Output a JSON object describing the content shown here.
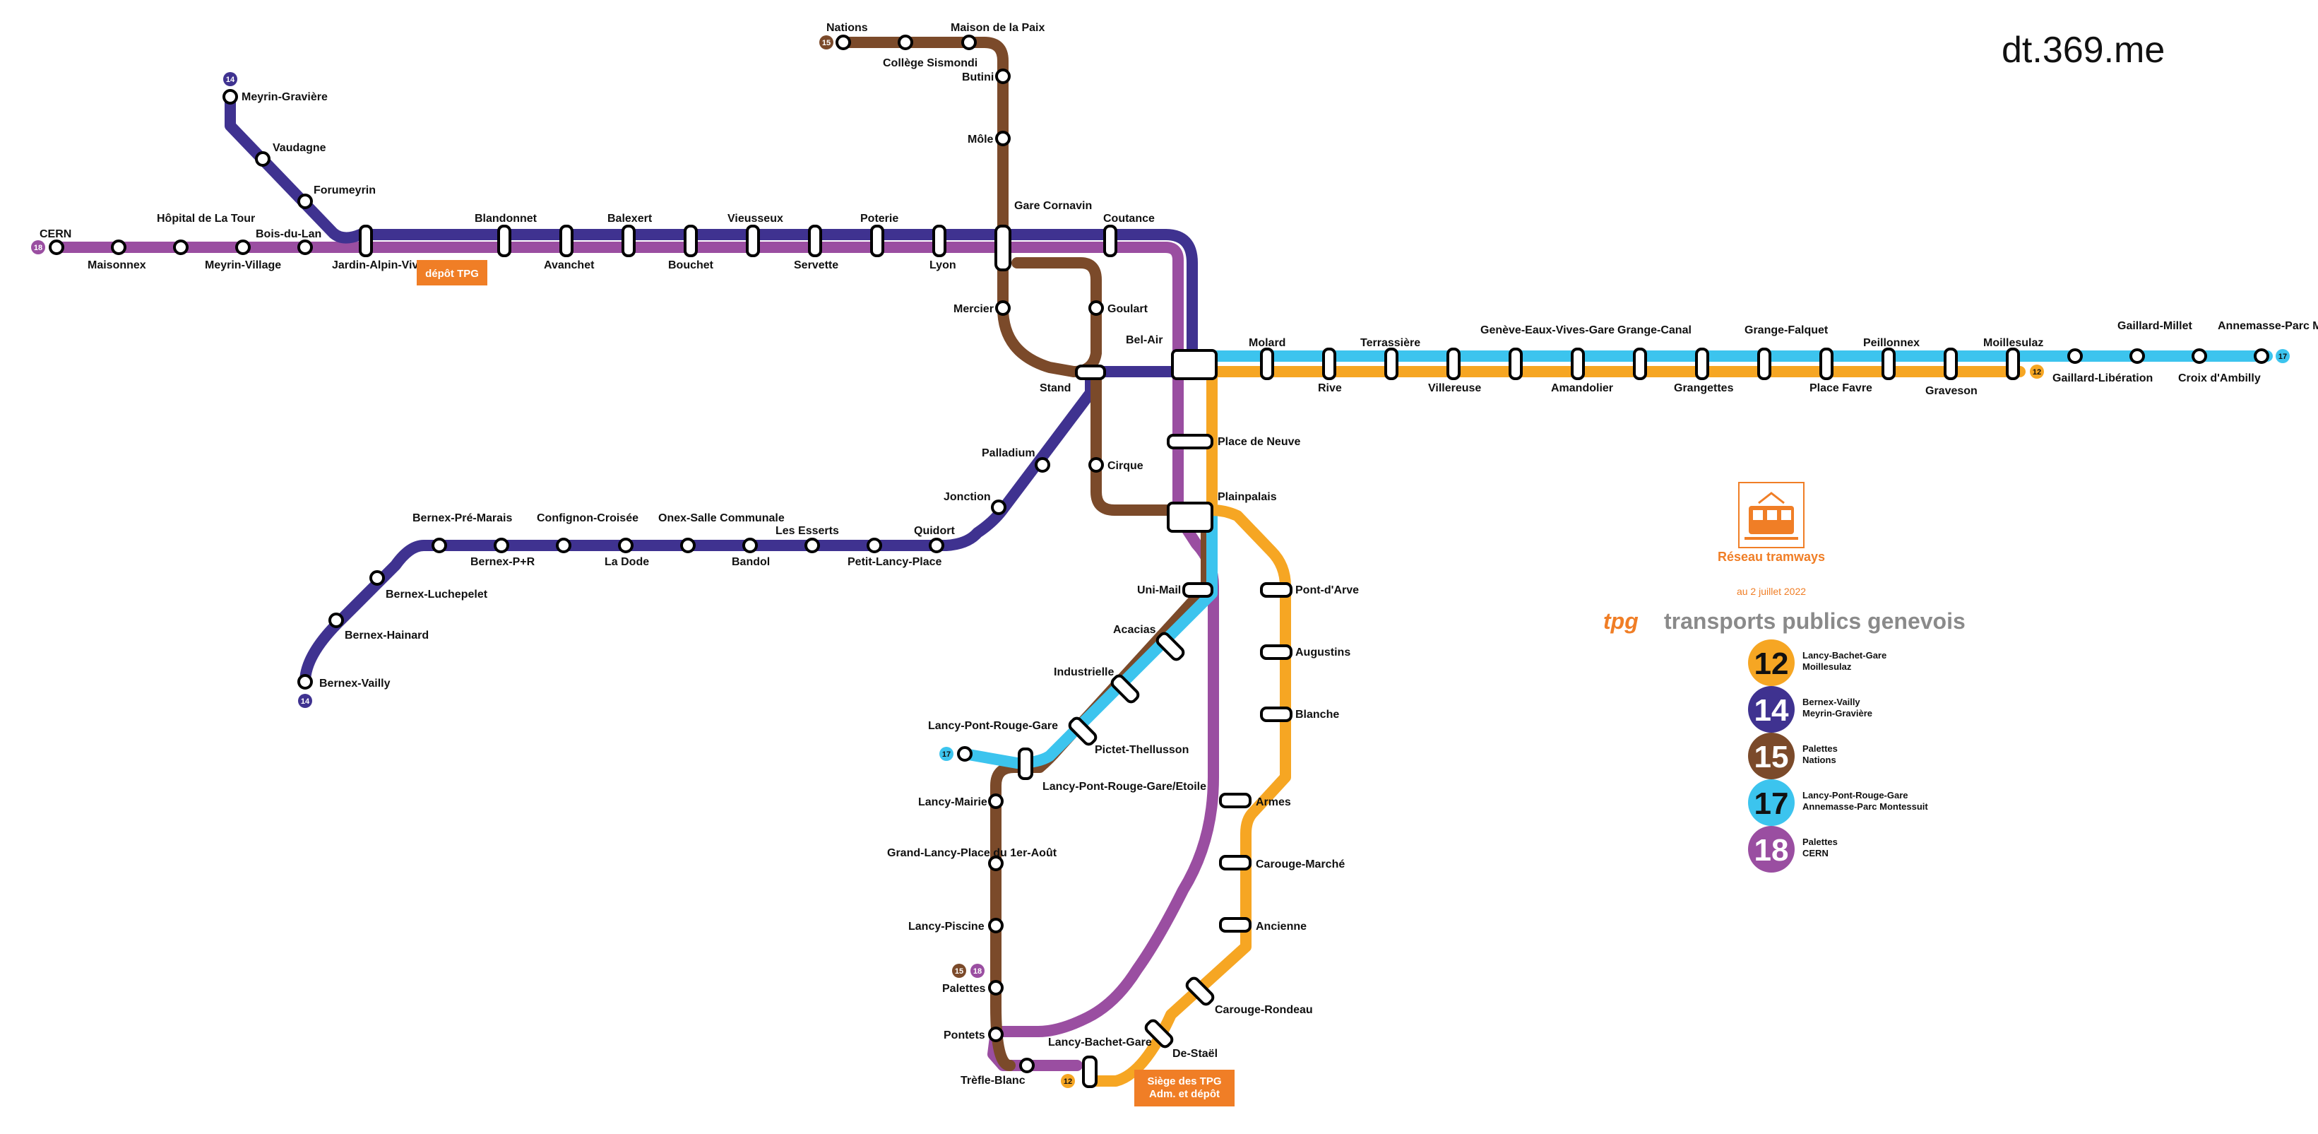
{
  "watermark": "dt.369.me",
  "network": {
    "title": "Réseau tramways",
    "date": "au 2 juillet 2022",
    "brand": "tpg",
    "operator": "transports publics genevois"
  },
  "colors": {
    "line12": "#F6A623",
    "line14": "#3F3290",
    "line15": "#7B4A2A",
    "line17": "#3CC4EE",
    "line18": "#9A4EA1",
    "depot": "#F07E26"
  },
  "lines": [
    {
      "id": "12",
      "number": "12",
      "term_a": "Lancy-Bachet-Gare",
      "term_b": "Moillesulaz"
    },
    {
      "id": "14",
      "number": "14",
      "term_a": "Bernex-Vailly",
      "term_b": "Meyrin-Gravière"
    },
    {
      "id": "15",
      "number": "15",
      "term_a": "Palettes",
      "term_b": "Nations"
    },
    {
      "id": "17",
      "number": "17",
      "term_a": "Lancy-Pont-Rouge-Gare",
      "term_b": "Annemasse-Parc Montessuit"
    },
    {
      "id": "18",
      "number": "18",
      "term_a": "Palettes",
      "term_b": "CERN"
    }
  ],
  "depots": [
    {
      "id": "tpg-depot",
      "label": "dépôt TPG"
    },
    {
      "id": "siege",
      "label": "Siège des TPG Adm. et dépôt"
    }
  ],
  "stations": [
    {
      "id": "nations",
      "name": "Nations"
    },
    {
      "id": "college-sismondi",
      "name": "Collège Sismondi"
    },
    {
      "id": "maison-paix",
      "name": "Maison de la Paix"
    },
    {
      "id": "butini",
      "name": "Butini"
    },
    {
      "id": "mole",
      "name": "Môle"
    },
    {
      "id": "meyrin-graviere",
      "name": "Meyrin-Gravière"
    },
    {
      "id": "vaudagne",
      "name": "Vaudagne"
    },
    {
      "id": "forumeyrin",
      "name": "Forumeyrin"
    },
    {
      "id": "cern",
      "name": "CERN"
    },
    {
      "id": "maisonnex",
      "name": "Maisonnex"
    },
    {
      "id": "hopital-tour",
      "name": "Hôpital de La Tour"
    },
    {
      "id": "meyrin-village",
      "name": "Meyrin-Village"
    },
    {
      "id": "bois-du-lan",
      "name": "Bois-du-Lan"
    },
    {
      "id": "jardin-alpin",
      "name": "Jardin-Alpin-Vivarium"
    },
    {
      "id": "blandonnet",
      "name": "Blandonnet"
    },
    {
      "id": "avanchet",
      "name": "Avanchet"
    },
    {
      "id": "balexert",
      "name": "Balexert"
    },
    {
      "id": "bouchet",
      "name": "Bouchet"
    },
    {
      "id": "vieusseux",
      "name": "Vieusseux"
    },
    {
      "id": "servette",
      "name": "Servette"
    },
    {
      "id": "poterie",
      "name": "Poterie"
    },
    {
      "id": "lyon",
      "name": "Lyon"
    },
    {
      "id": "gare-cornavin",
      "name": "Gare Cornavin"
    },
    {
      "id": "coutance",
      "name": "Coutance"
    },
    {
      "id": "mercier",
      "name": "Mercier"
    },
    {
      "id": "goulart",
      "name": "Goulart"
    },
    {
      "id": "bel-air",
      "name": "Bel-Air"
    },
    {
      "id": "stand",
      "name": "Stand"
    },
    {
      "id": "molard",
      "name": "Molard"
    },
    {
      "id": "rive",
      "name": "Rive"
    },
    {
      "id": "terrassiere",
      "name": "Terrassière"
    },
    {
      "id": "villereuse",
      "name": "Villereuse"
    },
    {
      "id": "geneve-eaux-vives",
      "name": "Genève-Eaux-Vives-Gare"
    },
    {
      "id": "amandolier",
      "name": "Amandolier"
    },
    {
      "id": "grange-canal",
      "name": "Grange-Canal"
    },
    {
      "id": "grangettes",
      "name": "Grangettes"
    },
    {
      "id": "grange-falquet",
      "name": "Grange-Falquet"
    },
    {
      "id": "place-favre",
      "name": "Place Favre"
    },
    {
      "id": "peillonnex",
      "name": "Peillonnex"
    },
    {
      "id": "graveson",
      "name": "Graveson"
    },
    {
      "id": "moillesulaz",
      "name": "Moillesulaz"
    },
    {
      "id": "gaillard-liberation",
      "name": "Gaillard-Libération"
    },
    {
      "id": "gaillard-millet",
      "name": "Gaillard-Millet"
    },
    {
      "id": "croix-ambilly",
      "name": "Croix d'Ambilly"
    },
    {
      "id": "annemasse",
      "name": "Annemasse-Parc Montessuit"
    },
    {
      "id": "place-neuve",
      "name": "Place de Neuve"
    },
    {
      "id": "plainpalais",
      "name": "Plainpalais"
    },
    {
      "id": "cirque",
      "name": "Cirque"
    },
    {
      "id": "palladium",
      "name": "Palladium"
    },
    {
      "id": "jonction",
      "name": "Jonction"
    },
    {
      "id": "quidort",
      "name": "Quidort"
    },
    {
      "id": "petit-lancy",
      "name": "Petit-Lancy-Place"
    },
    {
      "id": "les-esserts",
      "name": "Les Esserts"
    },
    {
      "id": "bandol",
      "name": "Bandol"
    },
    {
      "id": "onex-salle",
      "name": "Onex-Salle Communale"
    },
    {
      "id": "la-dode",
      "name": "La Dode"
    },
    {
      "id": "confignon",
      "name": "Confignon-Croisée"
    },
    {
      "id": "bernex-pr",
      "name": "Bernex-P+R"
    },
    {
      "id": "bernex-pre-marais",
      "name": "Bernex-Pré-Marais"
    },
    {
      "id": "bernex-luchepelet",
      "name": "Bernex-Luchepelet"
    },
    {
      "id": "bernex-hainard",
      "name": "Bernex-Hainard"
    },
    {
      "id": "bernex-vailly",
      "name": "Bernex-Vailly"
    },
    {
      "id": "uni-mail",
      "name": "Uni-Mail"
    },
    {
      "id": "pont-arve",
      "name": "Pont-d'Arve"
    },
    {
      "id": "acacias",
      "name": "Acacias"
    },
    {
      "id": "augustins",
      "name": "Augustins"
    },
    {
      "id": "industrielle",
      "name": "Industrielle"
    },
    {
      "id": "blanche",
      "name": "Blanche"
    },
    {
      "id": "pictet-thellusson",
      "name": "Pictet-Thellusson"
    },
    {
      "id": "lancy-pont-rouge-gare",
      "name": "Lancy-Pont-Rouge-Gare"
    },
    {
      "id": "lancy-pont-rouge-etoile",
      "name": "Lancy-Pont-Rouge-Gare/Etoile"
    },
    {
      "id": "lancy-mairie",
      "name": "Lancy-Mairie"
    },
    {
      "id": "grand-lancy",
      "name": "Grand-Lancy-Place du 1er-Août"
    },
    {
      "id": "lancy-piscine",
      "name": "Lancy-Piscine"
    },
    {
      "id": "palettes",
      "name": "Palettes"
    },
    {
      "id": "pontets",
      "name": "Pontets"
    },
    {
      "id": "trefle-blanc",
      "name": "Trèfle-Blanc"
    },
    {
      "id": "lancy-bachet",
      "name": "Lancy-Bachet-Gare"
    },
    {
      "id": "de-stael",
      "name": "De-Staël"
    },
    {
      "id": "carouge-rondeau",
      "name": "Carouge-Rondeau"
    },
    {
      "id": "ancienne",
      "name": "Ancienne"
    },
    {
      "id": "carouge-marche",
      "name": "Carouge-Marché"
    },
    {
      "id": "armes",
      "name": "Armes"
    }
  ]
}
